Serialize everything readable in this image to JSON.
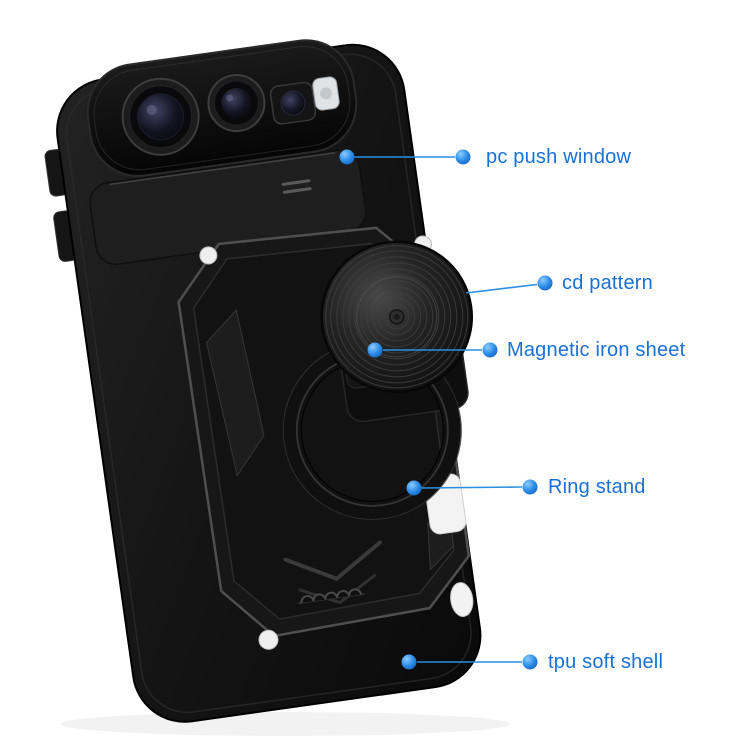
{
  "style": {
    "accent_text": "#1a70d6",
    "accent_line": "#2a8fe2",
    "dot_blue": "#2f8fe8",
    "case_black": "#111111",
    "background": "#ffffff"
  },
  "callouts": [
    {
      "id": "pc-push-window",
      "label": "pc push window"
    },
    {
      "id": "cd-pattern",
      "label": "cd pattern"
    },
    {
      "id": "magnetic-iron-sheet",
      "label": "Magnetic iron sheet"
    },
    {
      "id": "ring-stand",
      "label": "Ring stand"
    },
    {
      "id": "tpu-soft-shell",
      "label": "tpu soft shell"
    }
  ]
}
